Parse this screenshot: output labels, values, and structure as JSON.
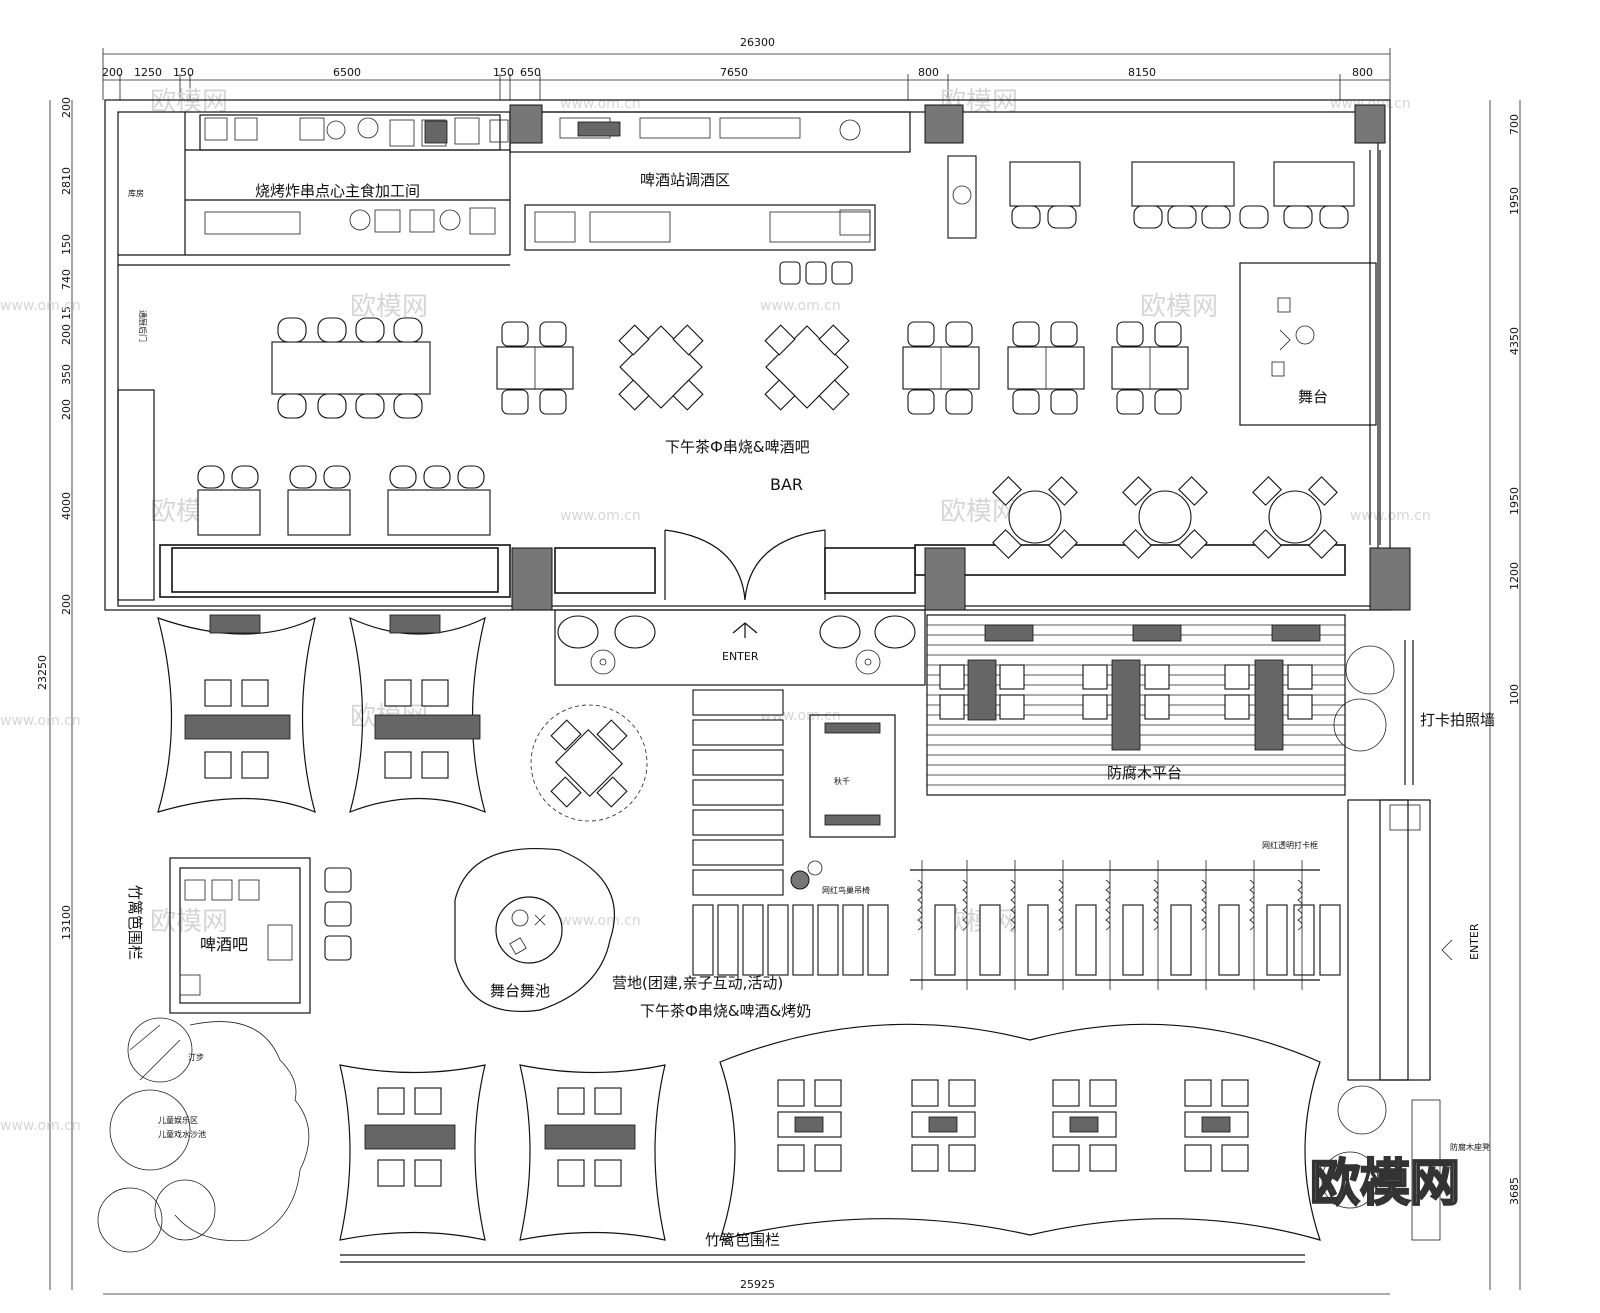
{
  "title": "",
  "dimensions": {
    "top_total": "26300",
    "top_segments": [
      "200",
      "1250",
      "150",
      "6500",
      "150",
      "650",
      "7650",
      "800",
      "8150",
      "800"
    ],
    "bottom_total": "25925",
    "left_segments": [
      "200",
      "2810",
      "150",
      "740",
      "200",
      "15",
      "350",
      "200",
      "4000",
      "200",
      "23250",
      "13100"
    ],
    "right_segments": [
      "700",
      "1950",
      "4350",
      "1950",
      "1200",
      "100",
      "3685"
    ]
  },
  "rooms": {
    "storage": "库房",
    "kitchen": "烧烤炸串点心主食加工间",
    "beer_station": "啤酒站调酒区",
    "back_door": "通厨后门",
    "stage": "舞台",
    "main_hall": "下午茶Ф串烧&啤酒吧",
    "bar": "BAR",
    "enter_main": "ENTER",
    "deck": "防腐木平台",
    "checkin_wall": "打卡拍照墙",
    "beer_bar": "啤酒吧",
    "bamboo_fence_left": "竹篱笆围栏",
    "stage_dance": "舞台舞池",
    "camp": "营地(团建,亲子互动,活动)",
    "camp_sub": "下午茶Ф串烧&啤酒&烤奶",
    "bamboo_fence_bottom": "竹篱笆围栏",
    "enter_side": "ENTER",
    "wood_bench": "防腐木座凳",
    "swing": "秋千",
    "landmark": "网红鸟巢吊椅",
    "net_red_frame": "网红透明打卡框",
    "kids_area": "儿童娱乐区",
    "sand_pool": "儿童戏水沙池",
    "stepping": "汀步"
  },
  "watermarks": {
    "brand": "欧模网",
    "site": "www.om.cn"
  }
}
